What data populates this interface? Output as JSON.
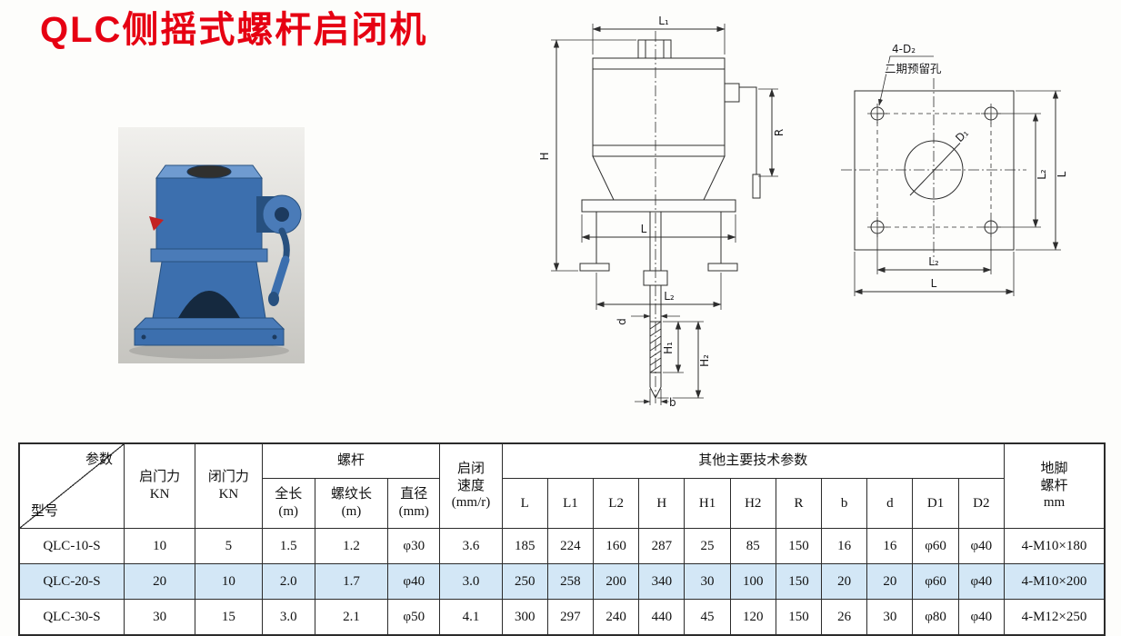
{
  "page": {
    "title": "QLC侧摇式螺杆启闭机"
  },
  "drawings": {
    "front": {
      "L1": "L₁",
      "H": "H",
      "R": "R",
      "L": "L",
      "L2": "L₂",
      "d": "d",
      "H1": "H₁",
      "H2": "H₂",
      "b": "b"
    },
    "flange": {
      "callout": "4-D₂",
      "note": "二期预留孔",
      "D1": "D₁",
      "L2_right": "L₂",
      "L_right": "L",
      "L2_bottom": "L₂",
      "L_bottom": "L"
    }
  },
  "table": {
    "header": {
      "param": "参数",
      "model": "型号",
      "open_force": "启门力",
      "close_force": "闭门力",
      "force_unit": "KN",
      "screw_group": "螺杆",
      "full_length": "全长",
      "thread_length": "螺纹长",
      "diameter": "直径",
      "m_unit": "(m)",
      "mm_unit": "(mm)",
      "speed_label_1": "启闭",
      "speed_label_2": "速度",
      "speed_unit": "(mm/r)",
      "other_group": "其他主要技术参数",
      "dims": [
        "L",
        "L1",
        "L2",
        "H",
        "H1",
        "H2",
        "R",
        "b",
        "d",
        "D1",
        "D2"
      ],
      "anchor_label_1": "地脚",
      "anchor_label_2": "螺杆",
      "anchor_unit": "mm"
    },
    "rows": [
      {
        "model": "QLC-10-S",
        "open": "10",
        "close": "5",
        "full": "1.5",
        "thread": "1.2",
        "dia": "φ30",
        "speed": "3.6",
        "vals": [
          "185",
          "224",
          "160",
          "287",
          "25",
          "85",
          "150",
          "16",
          "16",
          "φ60",
          "φ40"
        ],
        "anchor": "4-M10×180"
      },
      {
        "model": "QLC-20-S",
        "open": "20",
        "close": "10",
        "full": "2.0",
        "thread": "1.7",
        "dia": "φ40",
        "speed": "3.0",
        "vals": [
          "250",
          "258",
          "200",
          "340",
          "30",
          "100",
          "150",
          "20",
          "20",
          "φ60",
          "φ40"
        ],
        "anchor": "4-M10×200"
      },
      {
        "model": "QLC-30-S",
        "open": "30",
        "close": "15",
        "full": "3.0",
        "thread": "2.1",
        "dia": "φ50",
        "speed": "4.1",
        "vals": [
          "300",
          "297",
          "240",
          "440",
          "45",
          "120",
          "150",
          "26",
          "30",
          "φ80",
          "φ40"
        ],
        "anchor": "4-M12×250"
      }
    ]
  }
}
